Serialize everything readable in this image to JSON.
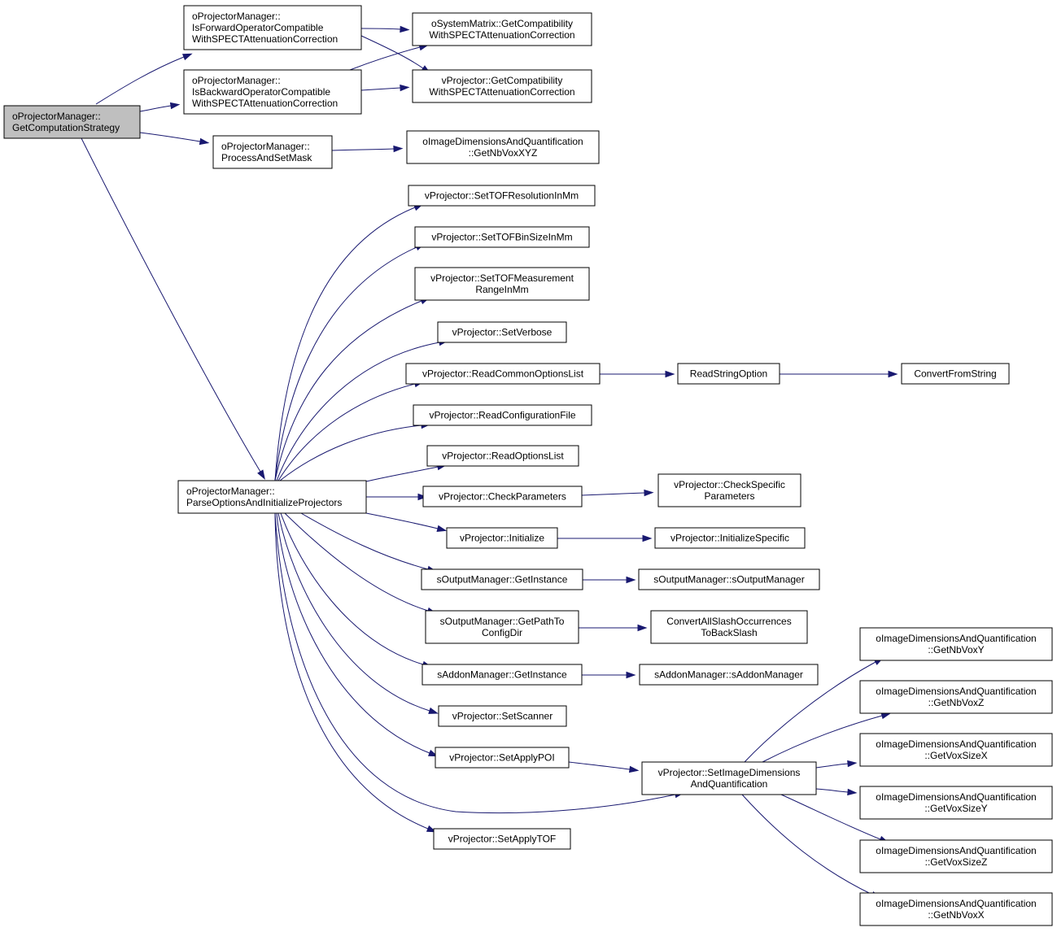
{
  "nodes": [
    {
      "id": "n_root",
      "lines": [
        "oProjectorManager::",
        "GetComputationStrategy"
      ],
      "root": true,
      "link": false
    },
    {
      "id": "n_isfwd",
      "lines": [
        "oProjectorManager::",
        "IsForwardOperatorCompatible",
        "WithSPECTAttenuationCorrection"
      ]
    },
    {
      "id": "n_isbwd",
      "lines": [
        "oProjectorManager::",
        "IsBackwardOperatorCompatible",
        "WithSPECTAttenuationCorrection"
      ]
    },
    {
      "id": "n_sysmat",
      "lines": [
        "oSystemMatrix::GetCompatibility",
        "WithSPECTAttenuationCorrection"
      ]
    },
    {
      "id": "n_vproj_compat",
      "lines": [
        "vProjector::GetCompatibility",
        "WithSPECTAttenuationCorrection"
      ]
    },
    {
      "id": "n_procmask",
      "lines": [
        "oProjectorManager::",
        "ProcessAndSetMask"
      ]
    },
    {
      "id": "n_nbvoxxyz",
      "lines": [
        "oImageDimensionsAndQuantification",
        "::GetNbVoxXYZ"
      ]
    },
    {
      "id": "n_parse",
      "lines": [
        "oProjectorManager::",
        "ParseOptionsAndInitializeProjectors"
      ]
    },
    {
      "id": "n_tofres",
      "lines": [
        "vProjector::SetTOFResolutionInMm"
      ]
    },
    {
      "id": "n_tofbin",
      "lines": [
        "vProjector::SetTOFBinSizeInMm"
      ]
    },
    {
      "id": "n_tofmeas",
      "lines": [
        "vProjector::SetTOFMeasurement",
        "RangeInMm"
      ]
    },
    {
      "id": "n_verbose",
      "lines": [
        "vProjector::SetVerbose"
      ]
    },
    {
      "id": "n_readcommon",
      "lines": [
        "vProjector::ReadCommonOptionsList"
      ]
    },
    {
      "id": "n_readstr",
      "lines": [
        "ReadStringOption"
      ]
    },
    {
      "id": "n_convfrom",
      "lines": [
        "ConvertFromString"
      ]
    },
    {
      "id": "n_readconf",
      "lines": [
        "vProjector::ReadConfigurationFile"
      ]
    },
    {
      "id": "n_readopts",
      "lines": [
        "vProjector::ReadOptionsList"
      ]
    },
    {
      "id": "n_checkparams",
      "lines": [
        "vProjector::CheckParameters"
      ]
    },
    {
      "id": "n_checkspec",
      "lines": [
        "vProjector::CheckSpecific",
        "Parameters"
      ]
    },
    {
      "id": "n_init",
      "lines": [
        "vProjector::Initialize"
      ]
    },
    {
      "id": "n_initspec",
      "lines": [
        "vProjector::InitializeSpecific"
      ]
    },
    {
      "id": "n_outinst",
      "lines": [
        "sOutputManager::GetInstance"
      ]
    },
    {
      "id": "n_outctor",
      "lines": [
        "sOutputManager::sOutputManager"
      ]
    },
    {
      "id": "n_pathcfg",
      "lines": [
        "sOutputManager::GetPathTo",
        "ConfigDir"
      ]
    },
    {
      "id": "n_convslash",
      "lines": [
        "ConvertAllSlashOccurrences",
        "ToBackSlash"
      ]
    },
    {
      "id": "n_addoninst",
      "lines": [
        "sAddonManager::GetInstance"
      ]
    },
    {
      "id": "n_addonctor",
      "lines": [
        "sAddonManager::sAddonManager"
      ]
    },
    {
      "id": "n_scanner",
      "lines": [
        "vProjector::SetScanner"
      ]
    },
    {
      "id": "n_poi",
      "lines": [
        "vProjector::SetApplyPOI"
      ]
    },
    {
      "id": "n_setimgdim",
      "lines": [
        "vProjector::SetImageDimensions",
        "AndQuantification"
      ]
    },
    {
      "id": "n_tof",
      "lines": [
        "vProjector::SetApplyTOF"
      ]
    },
    {
      "id": "n_nbvoxy",
      "lines": [
        "oImageDimensionsAndQuantification",
        "::GetNbVoxY"
      ]
    },
    {
      "id": "n_nbvoxz",
      "lines": [
        "oImageDimensionsAndQuantification",
        "::GetNbVoxZ"
      ]
    },
    {
      "id": "n_voxsx",
      "lines": [
        "oImageDimensionsAndQuantification",
        "::GetVoxSizeX"
      ]
    },
    {
      "id": "n_voxsy",
      "lines": [
        "oImageDimensionsAndQuantification",
        "::GetVoxSizeY"
      ]
    },
    {
      "id": "n_voxsz",
      "lines": [
        "oImageDimensionsAndQuantification",
        "::GetVoxSizeZ"
      ]
    },
    {
      "id": "n_nbvoxx",
      "lines": [
        "oImageDimensionsAndQuantification",
        "::GetNbVoxX"
      ]
    }
  ],
  "edges": [
    {
      "from": "n_root",
      "to": "n_isfwd"
    },
    {
      "from": "n_root",
      "to": "n_isbwd"
    },
    {
      "from": "n_root",
      "to": "n_procmask"
    },
    {
      "from": "n_root",
      "to": "n_parse"
    },
    {
      "from": "n_isfwd",
      "to": "n_sysmat"
    },
    {
      "from": "n_isfwd",
      "to": "n_vproj_compat"
    },
    {
      "from": "n_isbwd",
      "to": "n_sysmat"
    },
    {
      "from": "n_isbwd",
      "to": "n_vproj_compat"
    },
    {
      "from": "n_procmask",
      "to": "n_nbvoxxyz"
    },
    {
      "from": "n_parse",
      "to": "n_tofres"
    },
    {
      "from": "n_parse",
      "to": "n_tofbin"
    },
    {
      "from": "n_parse",
      "to": "n_tofmeas"
    },
    {
      "from": "n_parse",
      "to": "n_verbose"
    },
    {
      "from": "n_parse",
      "to": "n_readcommon"
    },
    {
      "from": "n_parse",
      "to": "n_readconf"
    },
    {
      "from": "n_parse",
      "to": "n_readopts"
    },
    {
      "from": "n_parse",
      "to": "n_checkparams"
    },
    {
      "from": "n_parse",
      "to": "n_init"
    },
    {
      "from": "n_parse",
      "to": "n_outinst"
    },
    {
      "from": "n_parse",
      "to": "n_pathcfg"
    },
    {
      "from": "n_parse",
      "to": "n_addoninst"
    },
    {
      "from": "n_parse",
      "to": "n_scanner"
    },
    {
      "from": "n_parse",
      "to": "n_poi"
    },
    {
      "from": "n_parse",
      "to": "n_setimgdim"
    },
    {
      "from": "n_parse",
      "to": "n_tof"
    },
    {
      "from": "n_readcommon",
      "to": "n_readstr"
    },
    {
      "from": "n_readstr",
      "to": "n_convfrom"
    },
    {
      "from": "n_checkparams",
      "to": "n_checkspec"
    },
    {
      "from": "n_init",
      "to": "n_initspec"
    },
    {
      "from": "n_outinst",
      "to": "n_outctor"
    },
    {
      "from": "n_pathcfg",
      "to": "n_convslash"
    },
    {
      "from": "n_addoninst",
      "to": "n_addonctor"
    },
    {
      "from": "n_poi",
      "to": "n_setimgdim"
    },
    {
      "from": "n_setimgdim",
      "to": "n_nbvoxy"
    },
    {
      "from": "n_setimgdim",
      "to": "n_nbvoxz"
    },
    {
      "from": "n_setimgdim",
      "to": "n_voxsx"
    },
    {
      "from": "n_setimgdim",
      "to": "n_voxsy"
    },
    {
      "from": "n_setimgdim",
      "to": "n_voxsz"
    },
    {
      "from": "n_setimgdim",
      "to": "n_nbvoxx"
    }
  ]
}
